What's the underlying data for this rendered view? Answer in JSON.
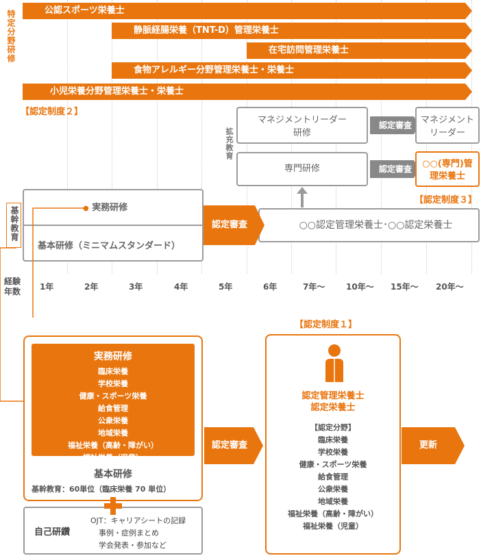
{
  "specialty": {
    "side_label": "特定分野研修",
    "bars": [
      "公認スポーツ栄養士",
      "静脈経腸栄養（TNT-D）管理栄養士",
      "在宅訪問管理栄養士",
      "食物アレルギー分野管理栄養士・栄養士",
      "小児栄養分野管理栄養士・栄養士"
    ]
  },
  "cert2": "【認定制度２】",
  "cert3": "【認定制度３】",
  "cert1": "【認定制度１】",
  "expansion_label": "拡充教育",
  "core_label": "基幹教育",
  "management_training": "マネジメントリーダー研修",
  "management_leader": "マネジメントリーダー",
  "specialist_training": "専門研修",
  "review": "認定審査",
  "specialist_title": "○○(専門)管理栄養士",
  "certified_titles": "○○認定管理栄養士･○○認定栄養士",
  "practical_training": "実務研修",
  "basic_training_min": "基本研修（ミニマムスタンダード）",
  "experience_label": "経験年数",
  "years": [
    "1年",
    "2年",
    "3年",
    "4年",
    "5年",
    "6年",
    "7年～",
    "10年～",
    "15年～",
    "20年～"
  ],
  "detail": {
    "practical_title": "実務研修",
    "practical_items": [
      "臨床栄養",
      "学校栄養",
      "健康・スポーツ栄養",
      "給食管理",
      "公衆栄養",
      "地域栄養",
      "福祉栄養（高齢・障がい）",
      "福祉栄養（児童）"
    ],
    "basic_title": "基本研修",
    "basic_note": "基幹教育：60単位（臨床栄養 70 単位）",
    "self_study": "自己研鑽",
    "self_items": [
      "OJT：キャリアシートの記録",
      "事例・症例まとめ",
      "学会発表・参加など"
    ],
    "review": "認定審査",
    "certified_title": "認定管理栄養士\n認定栄養士",
    "field_heading": "【認定分野】",
    "field_items": [
      "臨床栄養",
      "学校栄養",
      "健康・スポーツ栄養",
      "給食管理",
      "公衆栄養",
      "地域栄養",
      "福祉栄養（高齢・障がい）",
      "福祉栄養（児童）"
    ],
    "renew": "更新"
  },
  "colors": {
    "accent": "#e8750e",
    "gray": "#9a9a9a"
  }
}
